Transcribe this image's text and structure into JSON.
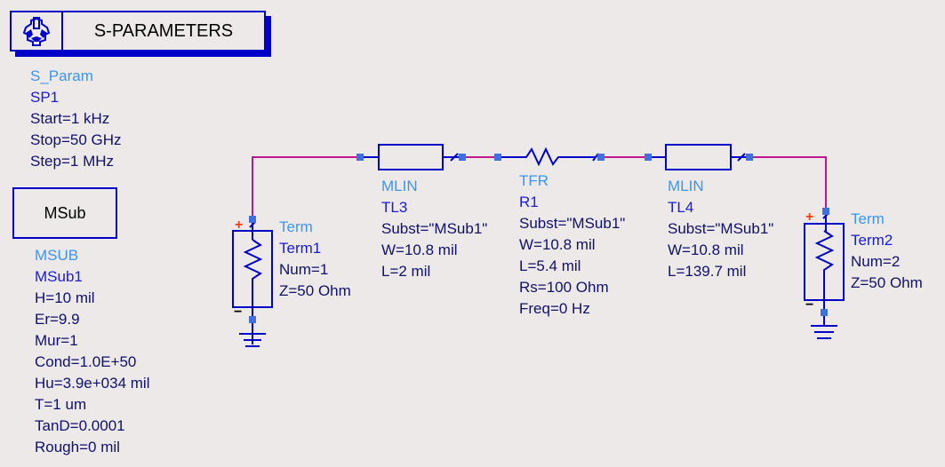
{
  "sparam": {
    "title": "S-PARAMETERS",
    "icon": "gear-icon",
    "type": "S_Param",
    "instance": "SP1",
    "params": [
      "Start=1 kHz",
      "Stop=50 GHz",
      "Step=1 MHz"
    ]
  },
  "msub": {
    "title": "MSub",
    "type": "MSUB",
    "instance": "MSub1",
    "params": [
      "H=10 mil",
      "Er=9.9",
      "Mur=1",
      "Cond=1.0E+50",
      "Hu=3.9e+034 mil",
      "T=1 um",
      "TanD=0.0001",
      "Rough=0 mil"
    ]
  },
  "term1": {
    "type": "Term",
    "instance": "Term1",
    "params": [
      "Num=1",
      "Z=50 Ohm"
    ],
    "plus": "+",
    "minus": "−"
  },
  "tl3": {
    "type": "MLIN",
    "instance": "TL3",
    "params": [
      "Subst=\"MSub1\"",
      "W=10.8 mil",
      "L=2 mil"
    ]
  },
  "r1": {
    "type": "TFR",
    "instance": "R1",
    "params": [
      "Subst=\"MSub1\"",
      "W=10.8 mil",
      "L=5.4 mil",
      "Rs=100 Ohm",
      "Freq=0 Hz"
    ]
  },
  "tl4": {
    "type": "MLIN",
    "instance": "TL4",
    "params": [
      "Subst=\"MSub1\"",
      "W=10.8 mil",
      "L=139.7 mil"
    ]
  },
  "term2": {
    "type": "Term",
    "instance": "Term2",
    "params": [
      "Num=2",
      "Z=50 Ohm"
    ],
    "plus": "+",
    "minus": "−"
  },
  "colors": {
    "component": "#0000c8",
    "wire": "#c0188a",
    "pin": "#4070e0",
    "type_label": "#3a96f0",
    "instance_label": "#1a1adc",
    "param_label": "#10106e",
    "polarity_plus": "#f04010",
    "background": "#ece9e8"
  }
}
